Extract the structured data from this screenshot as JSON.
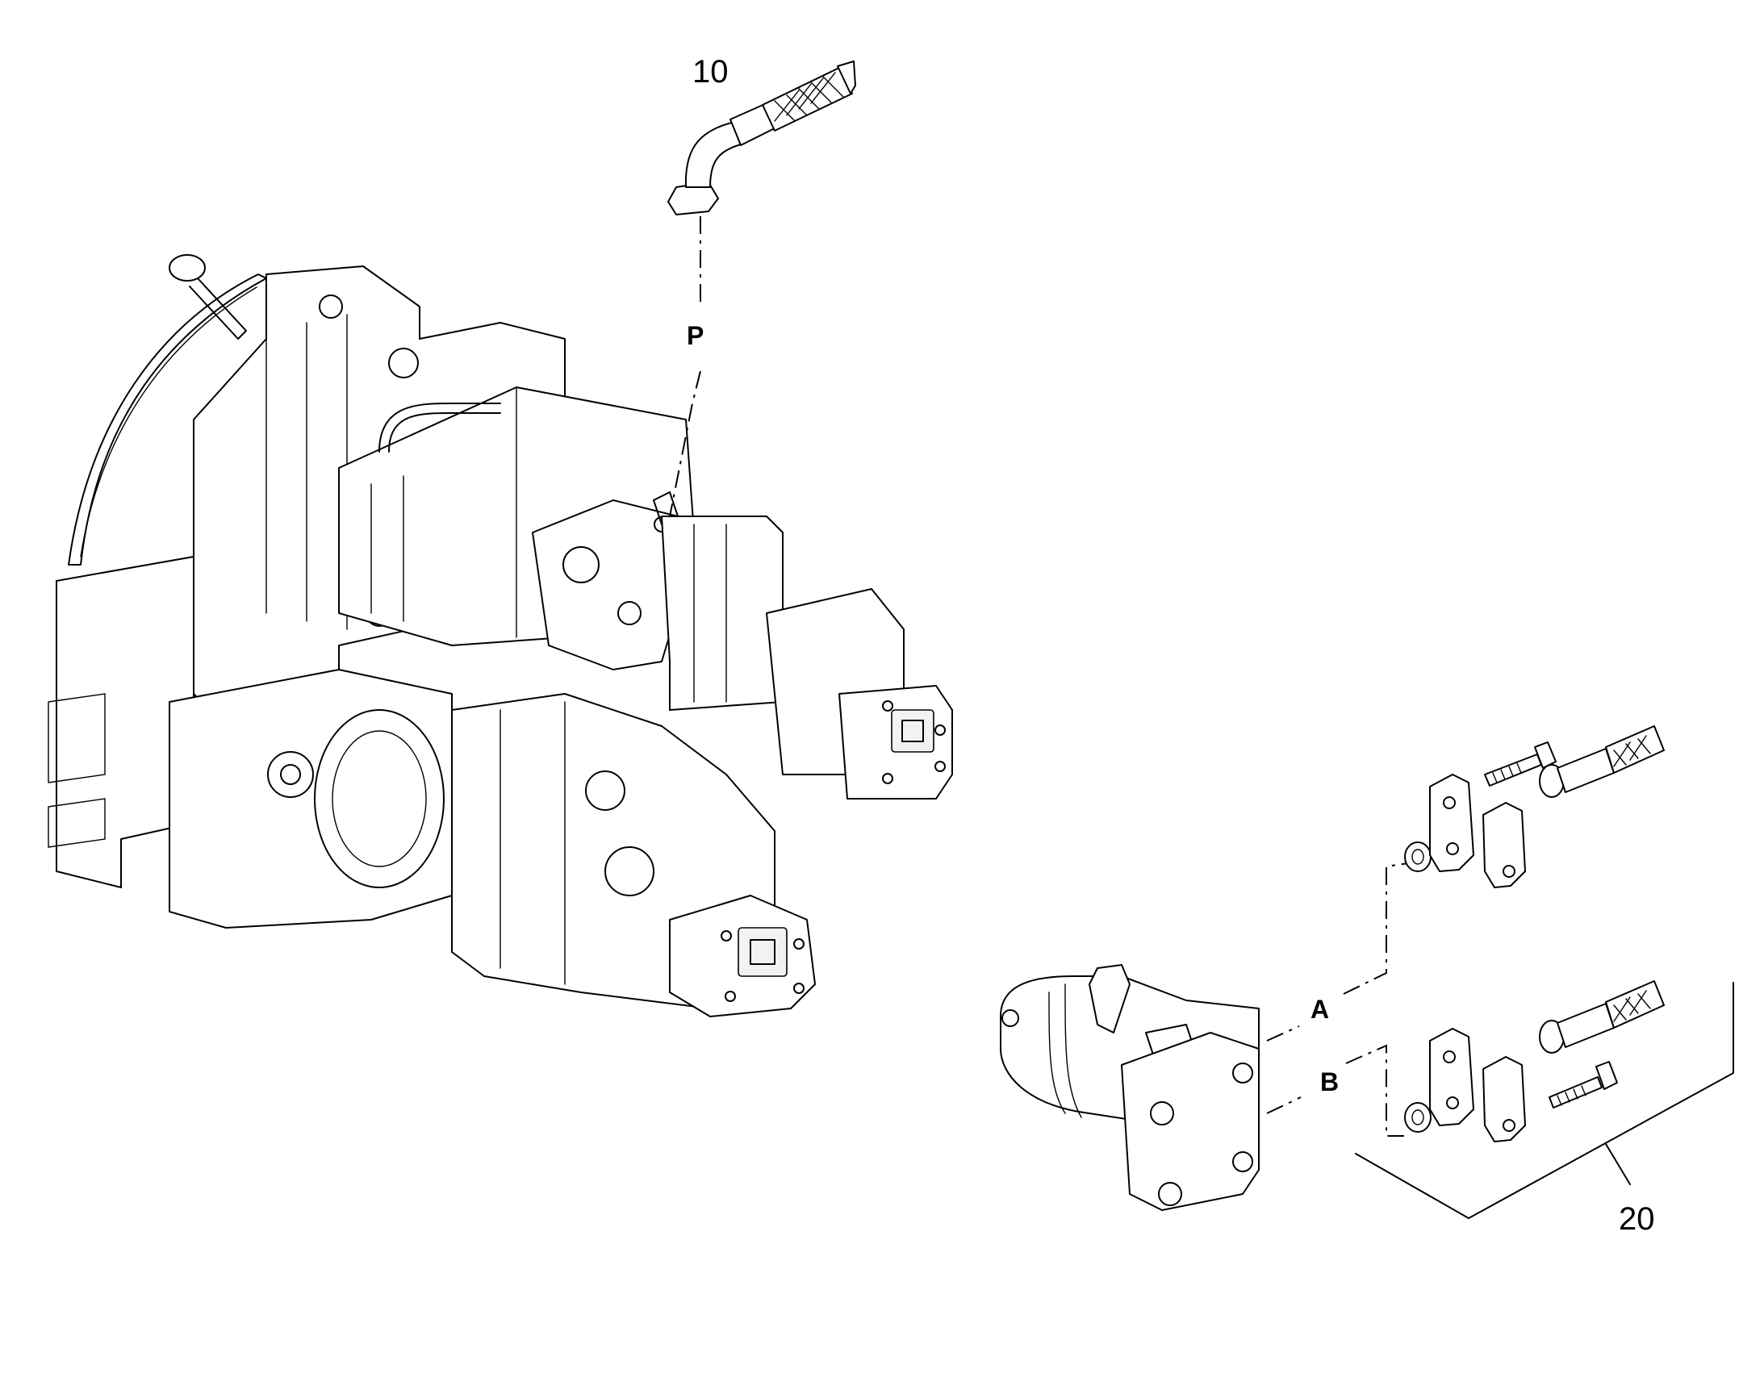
{
  "callouts": {
    "hose": "10",
    "fitting_kit": "20"
  },
  "ports": {
    "pressure": "P",
    "a": "A",
    "b": "B"
  }
}
